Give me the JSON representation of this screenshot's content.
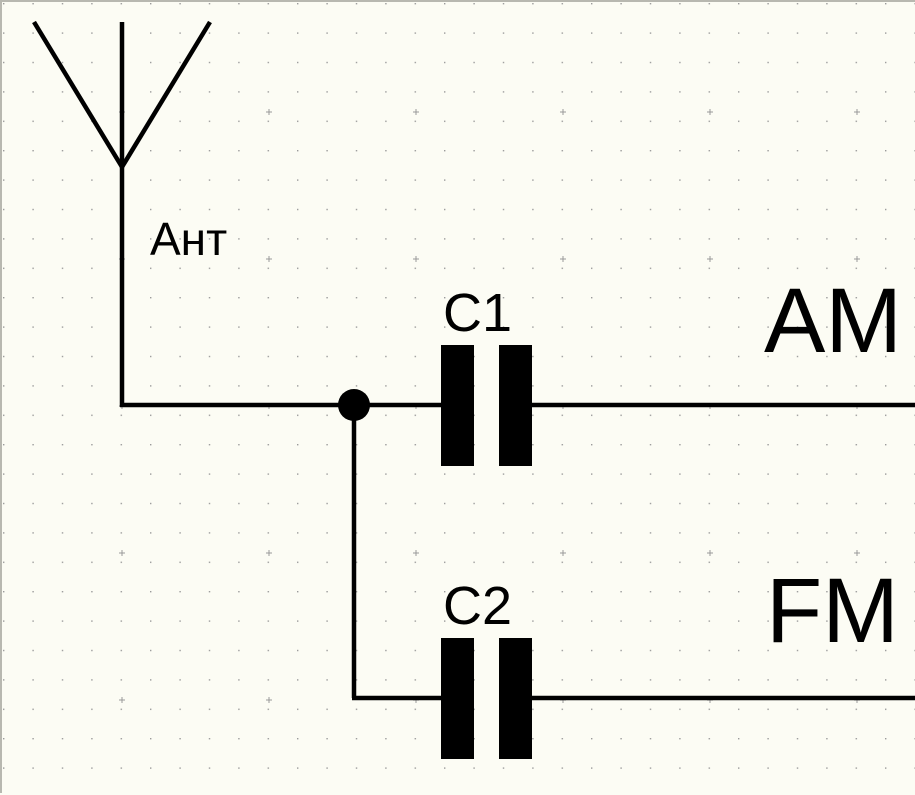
{
  "schematic": {
    "antenna_label": "Ант",
    "capacitor1_label": "C1",
    "capacitor2_label": "C2",
    "output1_label": "AM",
    "output2_label": "FM"
  },
  "colors": {
    "background": "#fcfcf4",
    "grid_dot": "#9a9a9a",
    "wire": "#000000"
  }
}
